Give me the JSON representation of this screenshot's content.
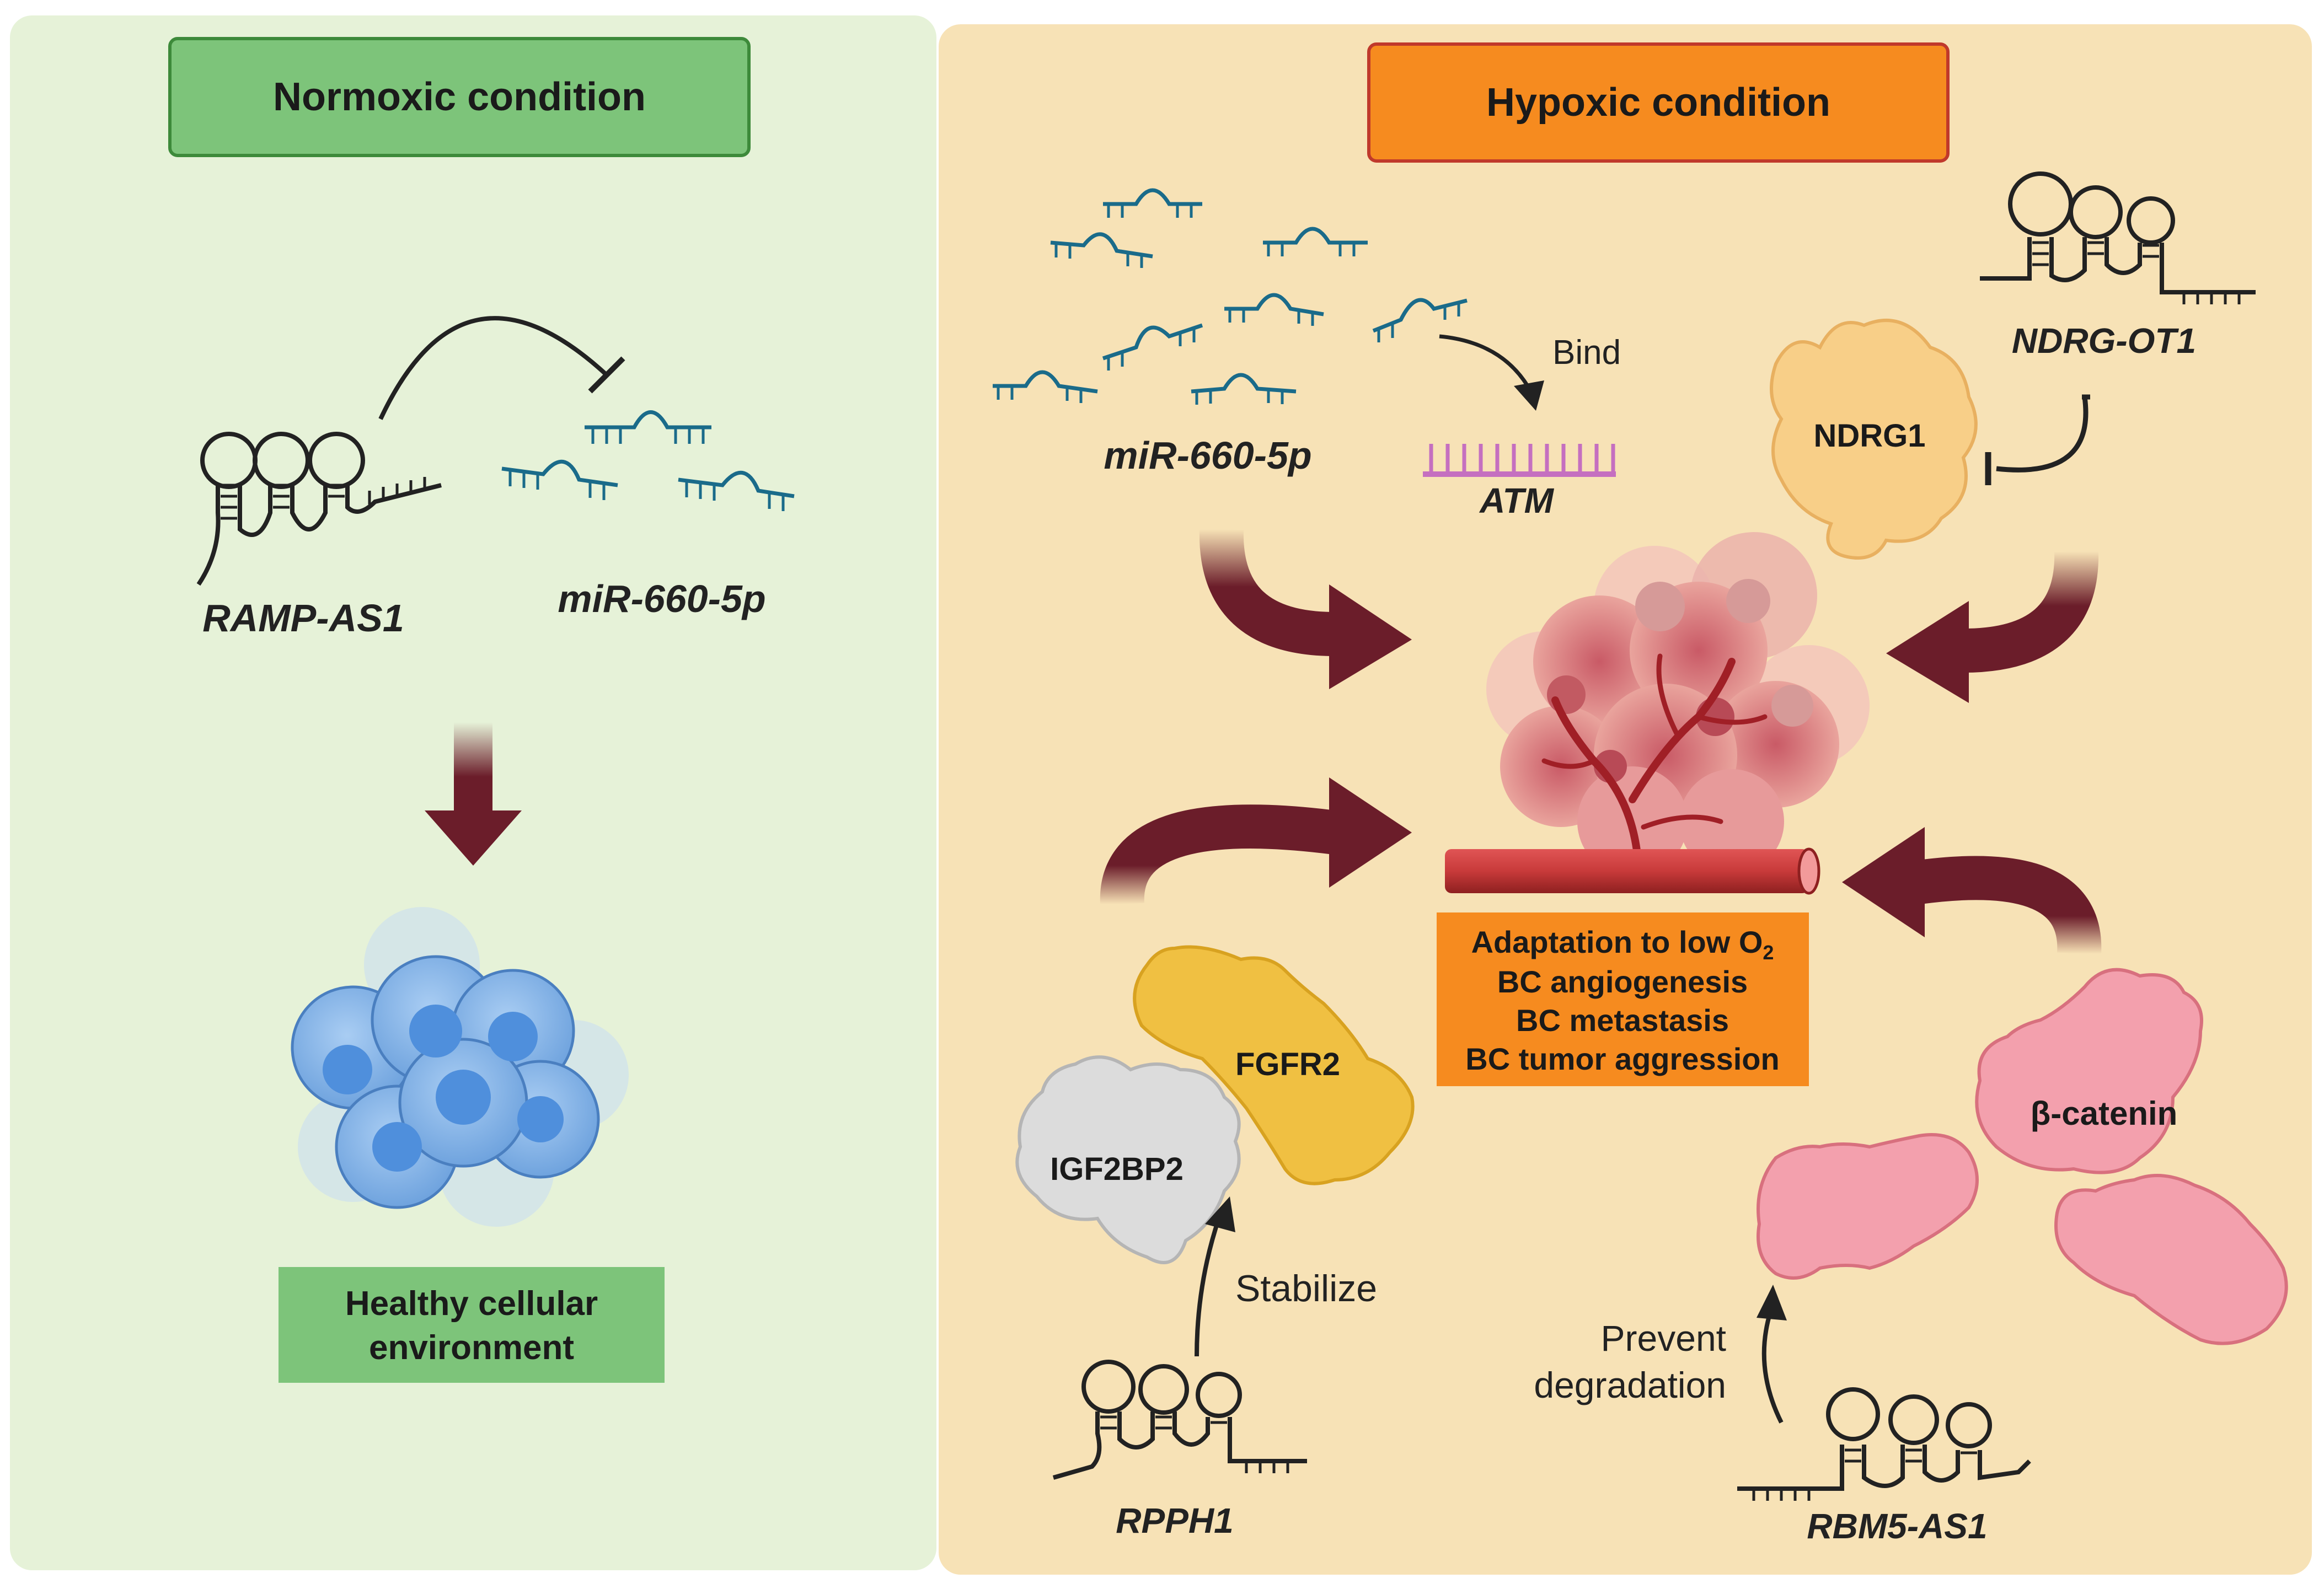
{
  "normoxic": {
    "title": "Normoxic condition",
    "lncrna": "RAMP-AS1",
    "mirna": "miR-660-5p",
    "outcome_line1": "Healthy cellular",
    "outcome_line2": "environment"
  },
  "hypoxic": {
    "title": "Hypoxic condition",
    "mirna": "miR-660-5p",
    "bind_label": "Bind",
    "atm": "ATM",
    "ndrg_ot1": "NDRG-OT1",
    "ndrg1": "NDRG1",
    "fgfr2": "FGFR2",
    "igf2bp2": "IGF2BP2",
    "stabilize": "Stabilize",
    "rpph1": "RPPH1",
    "prevent_line1": "Prevent",
    "prevent_line2": "degradation",
    "rbm5_as1": "RBM5-AS1",
    "beta_catenin": "β-catenin",
    "outcomes": {
      "line1": "Adaptation to low O",
      "line1_sub": "2",
      "line2": "BC angiogenesis",
      "line3": "BC metastasis",
      "line4": "BC tumor aggression"
    }
  },
  "colors": {
    "normoxic_bg": "#e6f2d8",
    "normoxic_label": "#7dc47a",
    "hypoxic_bg": "#f7e2b6",
    "hypoxic_label": "#f68b1f",
    "arrow": "#6b1d2a",
    "mirna": "#1a6b8a",
    "atm": "#c56fc0",
    "cell_blue": "#7fb2e8",
    "tumor": "#d9707a",
    "vessel": "#c83a3a",
    "fgfr2": "#f0c042",
    "igf2bp2": "#d9d9d9",
    "ndrg1": "#f8cf88",
    "beta_catenin": "#f3a0ad"
  }
}
